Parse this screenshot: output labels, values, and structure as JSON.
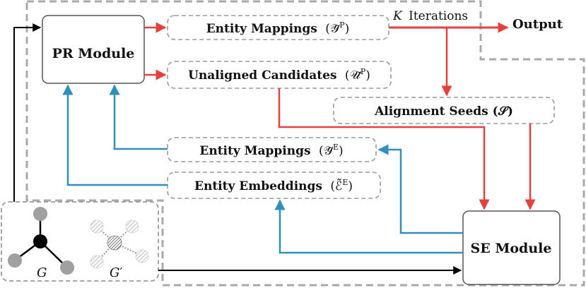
{
  "diagram": {
    "nodes": {
      "pr_module": "PR Module",
      "se_module": "SE Module",
      "entity_mappings_p": "Entity Mappings",
      "entity_mappings_p_symbol": "(𝒴̃",
      "entity_mappings_p_sup": "P",
      "unaligned_candidates": "Unaligned Candidates",
      "unaligned_candidates_symbol": "(𝒰̃",
      "unaligned_candidates_sup": "P",
      "alignment_seeds": "Alignment Seeds (𝒮)",
      "entity_mappings_e": "Entity Mappings",
      "entity_mappings_e_symbol": "(𝒴̃",
      "entity_mappings_e_sup": "E",
      "entity_embeddings": "Entity Embeddings",
      "entity_embeddings_symbol": "(ℰ̃",
      "entity_embeddings_sup": "E",
      "close_paren": ")",
      "output": "Output",
      "iterations_k": "K",
      "iterations_text": "Iterations",
      "graph_g": "G",
      "graph_g_prime": "G′"
    },
    "colors": {
      "red": "#e5403d",
      "blue": "#2f8fbd",
      "dashed_border": "#9a9a9a",
      "outer_dashed": "#a9a9a9",
      "node_border": "#555555",
      "grey_node": "#a0a0a0",
      "black_node": "#000000"
    }
  }
}
